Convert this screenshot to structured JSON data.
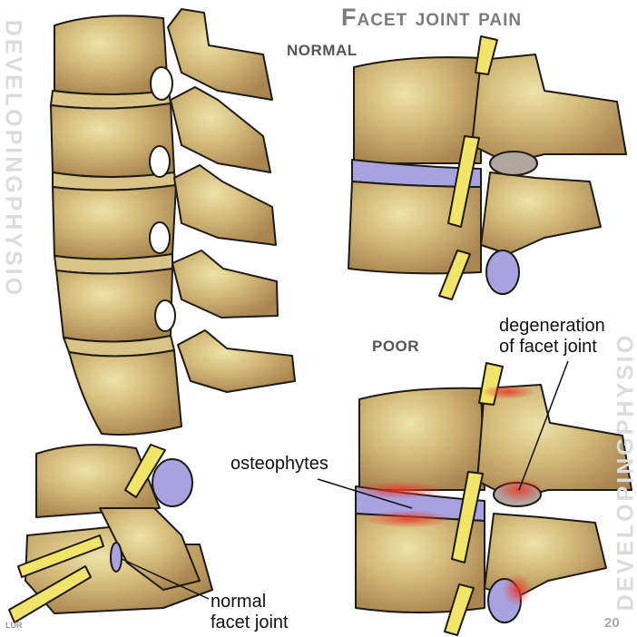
{
  "title": "Facet joint pain",
  "labels": {
    "normal": "NORMAL",
    "poor": "POOR",
    "degeneration_line1": "degeneration",
    "degeneration_line2": "of facet joint",
    "osteophytes": "osteophytes",
    "normal_facet_line1": "normal",
    "normal_facet_line2": "facet joint"
  },
  "watermark_text": "DEVELOPINGPHYSIO",
  "credit": "LUR",
  "page_number": "20",
  "colors": {
    "bone": "#c9ad6e",
    "bone_dark": "#9e7a45",
    "bone_light": "#ede3a8",
    "disc": "#a8a3e0",
    "nerve": "#f2e36a",
    "inflammation": "#e83b2b",
    "outline": "#1e1a14",
    "watermark": "#dcdcdc"
  }
}
